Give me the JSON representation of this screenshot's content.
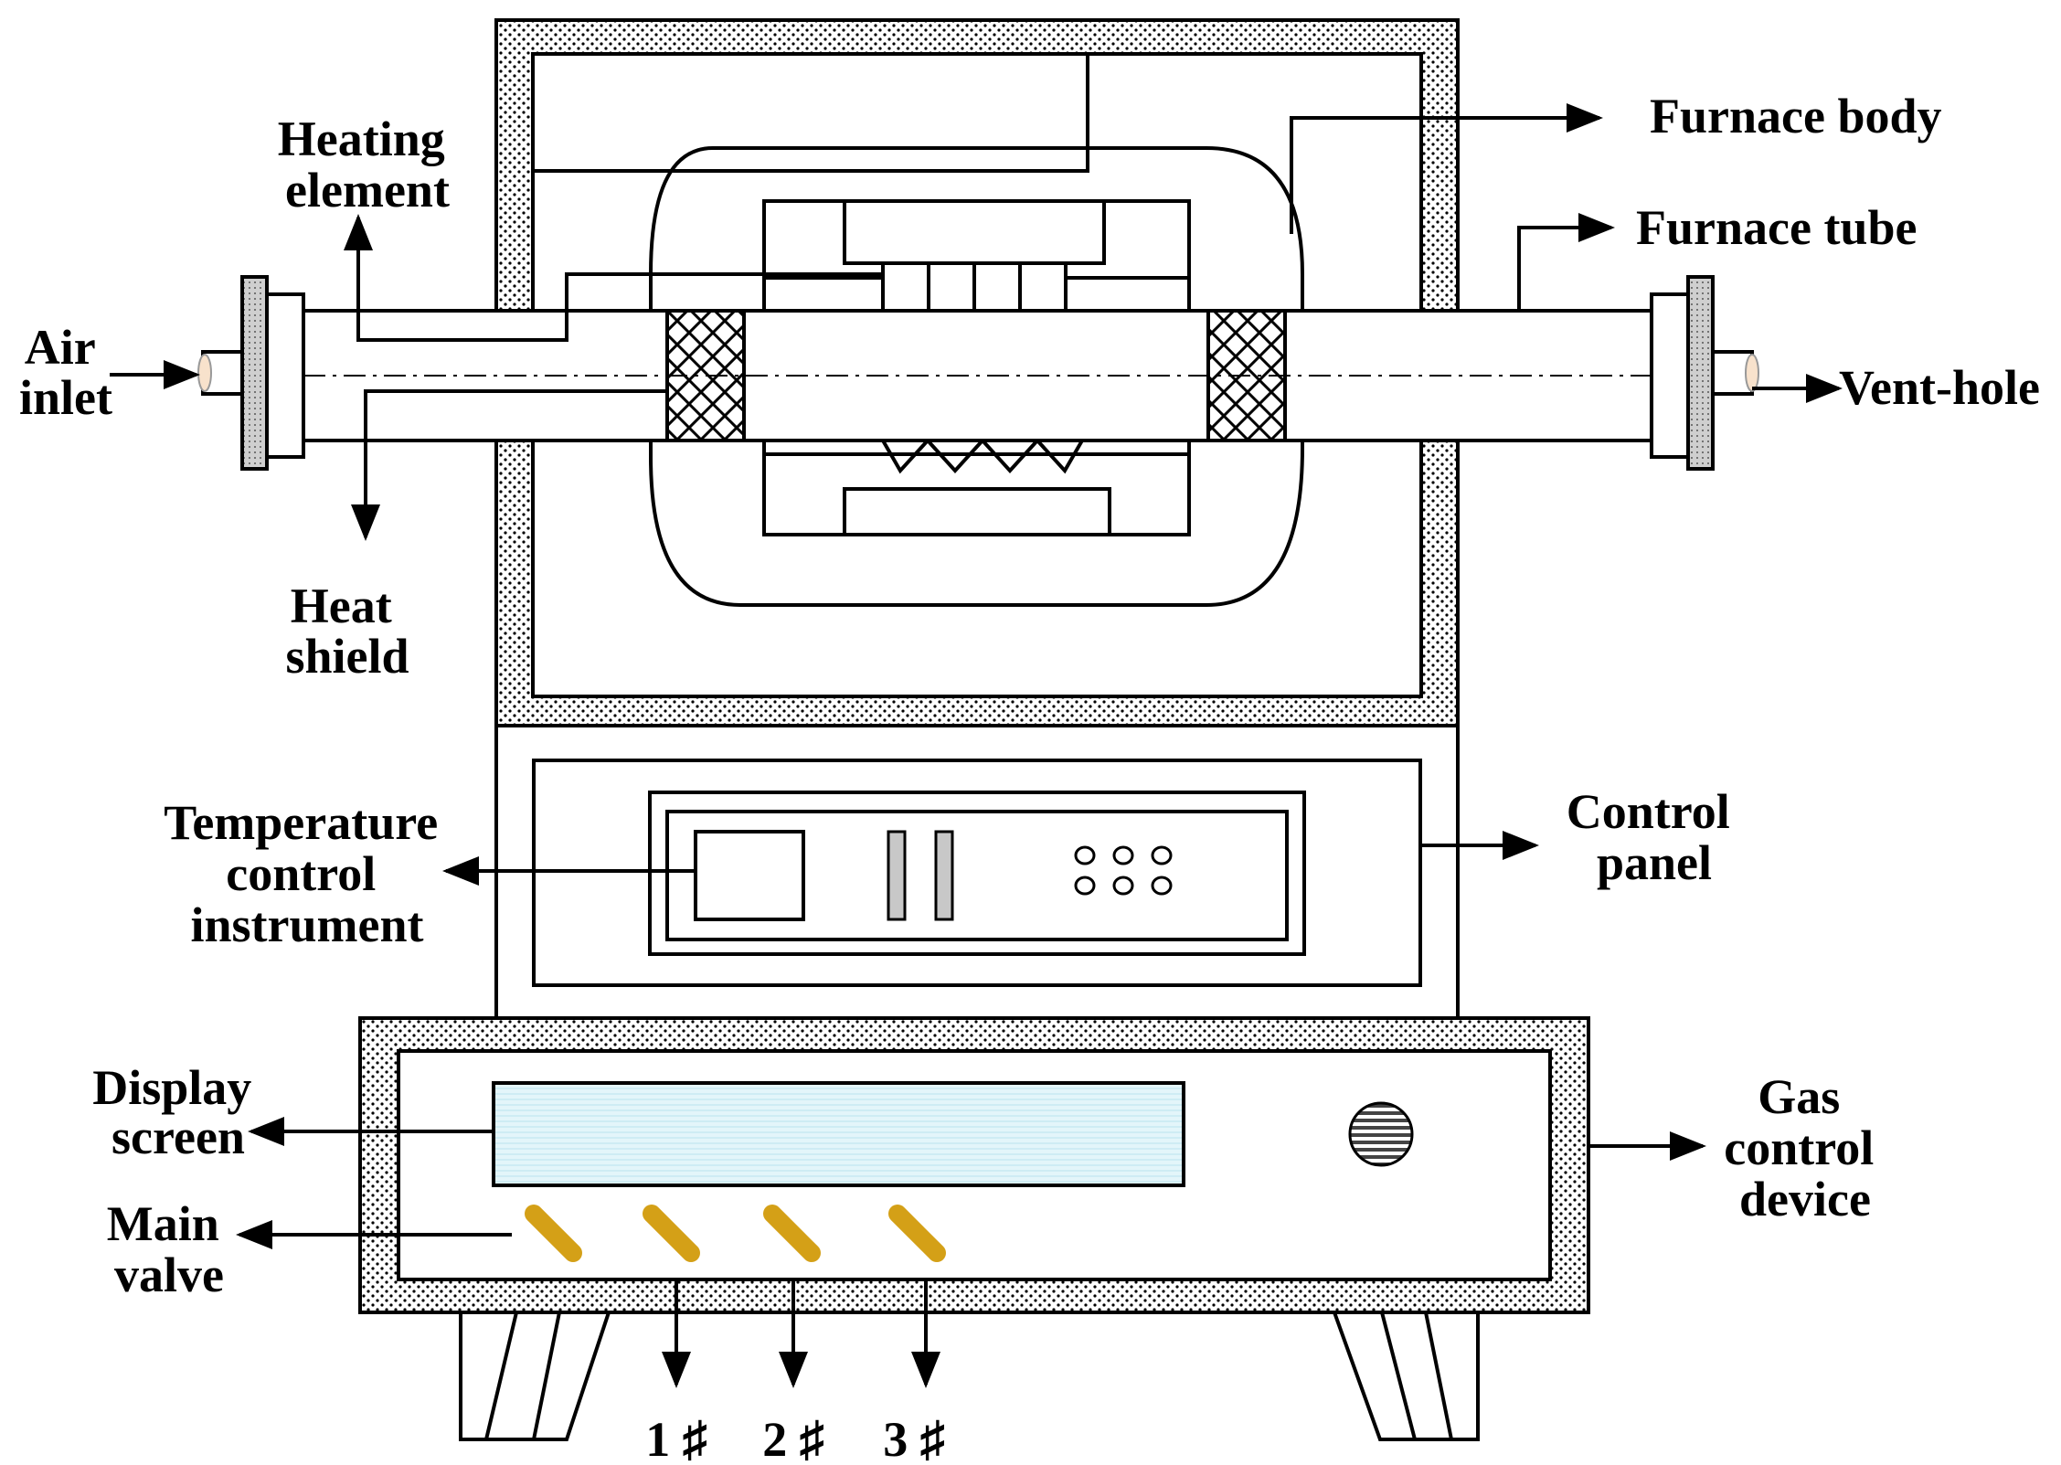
{
  "labels": {
    "heating_element": [
      "Heating",
      "element"
    ],
    "furnace_body": "Furnace body",
    "furnace_tube": "Furnace tube",
    "air_inlet": [
      "Air",
      "inlet"
    ],
    "vent_hole": "Vent-hole",
    "heat_shield": [
      "Heat",
      "shield"
    ],
    "temperature_control_instrument": [
      "Temperature",
      "control",
      "instrument"
    ],
    "control_panel": [
      "Control",
      "panel"
    ],
    "display_screen": [
      "Display",
      "screen"
    ],
    "main_valve": [
      "Main",
      "valve"
    ],
    "gas_control_device": [
      "Gas",
      "control",
      "device"
    ],
    "gas_lines": [
      "1 ♯",
      "2 ♯",
      "3 ♯"
    ]
  },
  "colors": {
    "line": "#000000",
    "insulation_fill": "#ffffff",
    "display_fill": "#dff3f8",
    "valve": "#d4a017",
    "indicator": "#c8c8c8"
  }
}
